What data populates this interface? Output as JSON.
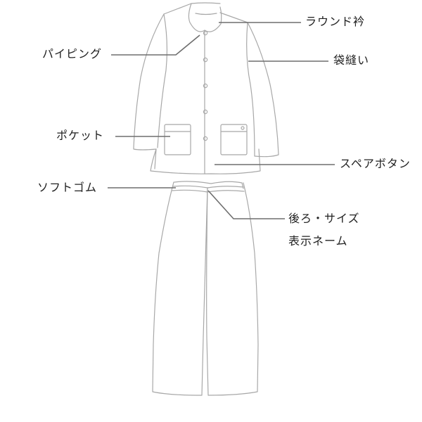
{
  "diagram": {
    "type": "garment-parts-diagram",
    "colors": {
      "outline": "#a8a8a8",
      "leader": "#6e6e6e",
      "text": "#222222"
    }
  },
  "labels": {
    "round_collar": "ラウンド衿",
    "piping": "パイピング",
    "bag_seam": "袋縫い",
    "pocket": "ポケット",
    "spare_button": "スペアボタン",
    "soft_elastic": "ソフトゴム",
    "back_size_label_line1": "後ろ・サイズ",
    "back_size_label_line2": "表示ネーム"
  }
}
